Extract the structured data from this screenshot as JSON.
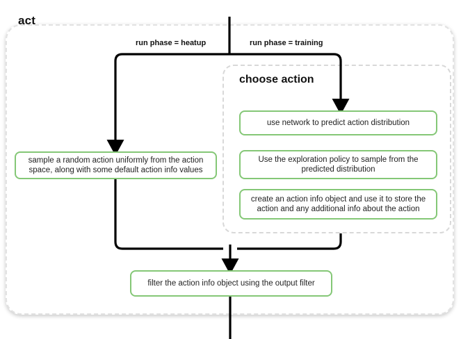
{
  "diagram": {
    "type": "flowchart",
    "title": "act",
    "background_color": "#ffffff",
    "node_border_color": "#84c776",
    "edge_color": "#000000",
    "container_border_color": "#e2e2e2"
  },
  "containers": {
    "act": {
      "label": "act",
      "style": "dashed-rounded-card"
    },
    "choose_action": {
      "label": "choose action",
      "style": "dashed-rounded-card"
    }
  },
  "edge_labels": {
    "heatup": "run phase = heatup",
    "training": "run phase = training"
  },
  "nodes": {
    "heatup_sample": "sample a random action uniformly from the action space, along with some default action info values",
    "predict": "use network to predict action distribution",
    "explore": "Use the exploration policy to sample from the predicted distribution",
    "action_info": "create an action info object and use it to store the action and any additional info about the action",
    "output_filter": "filter the action info object using the output filter"
  }
}
